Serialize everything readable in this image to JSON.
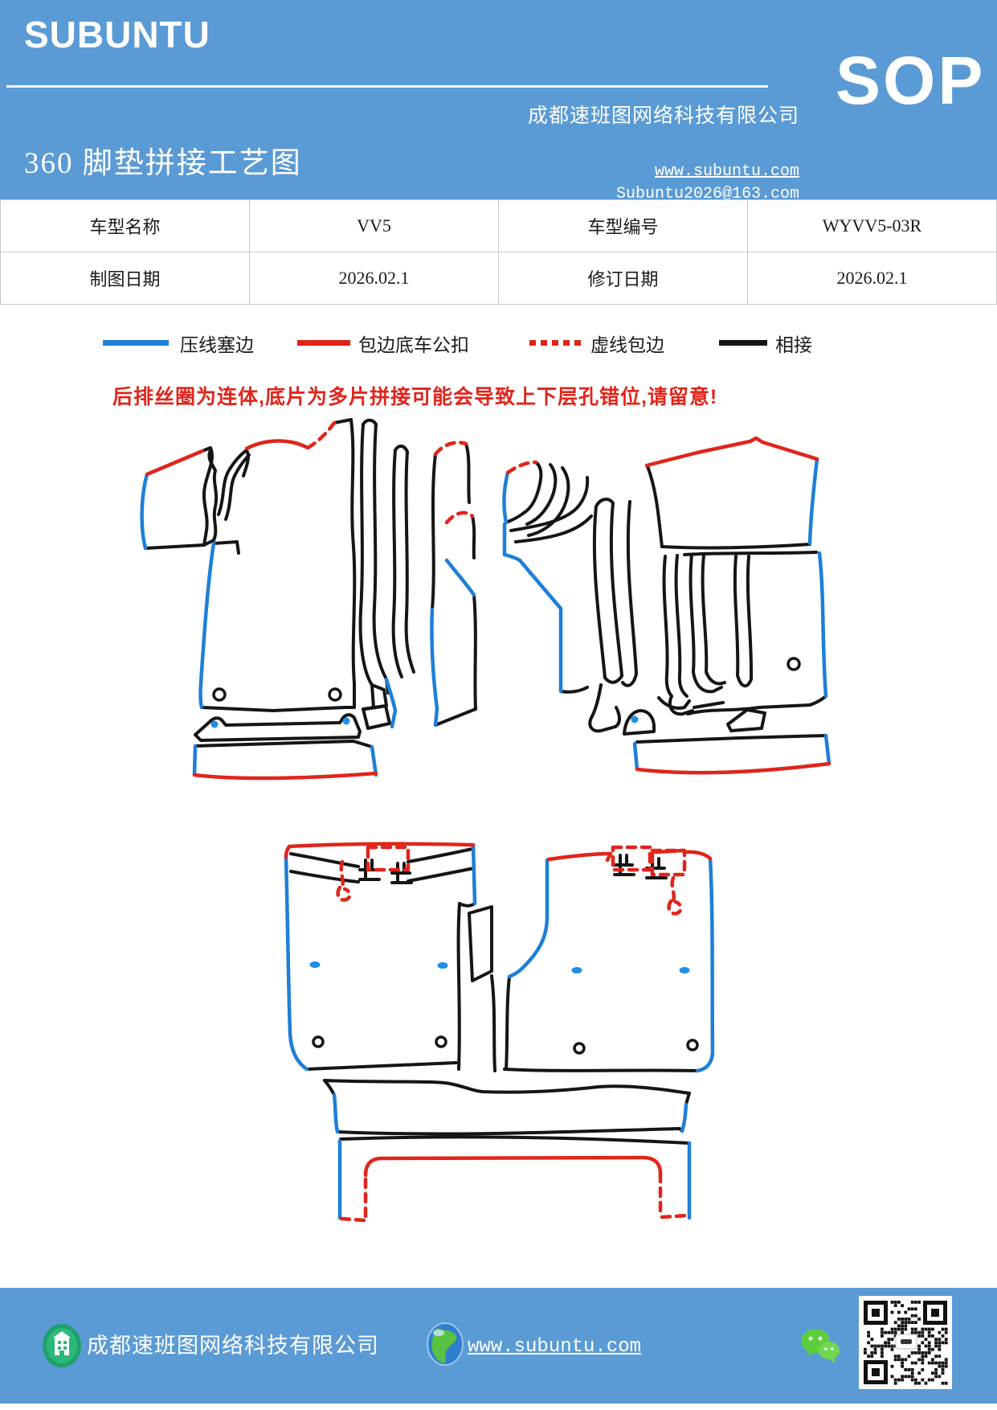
{
  "header": {
    "logo": "SUBUNTU",
    "title": "360 脚垫拼接工艺图",
    "company": "成都速班图网络科技有限公司",
    "website": "www.subuntu.com",
    "email": "Subuntu2026@163.com",
    "badge": "SOP",
    "accent_color": "#5b9bd5"
  },
  "info_table": {
    "rows": [
      {
        "cells": [
          "车型名称",
          "VV5",
          "车型编号",
          "WYVV5-03R"
        ]
      },
      {
        "cells": [
          "制图日期",
          "2026.02.1",
          "修订日期",
          "2026.02.1"
        ]
      }
    ]
  },
  "legend": {
    "items": [
      {
        "label": "压线塞边",
        "color": "#1e7fd8",
        "style": "solid"
      },
      {
        "label": "包边底车公扣",
        "color": "#e02417",
        "style": "solid"
      },
      {
        "label": "虚线包边",
        "color": "#e02417",
        "style": "dashed"
      },
      {
        "label": "相接",
        "color": "#151515",
        "style": "solid"
      }
    ]
  },
  "warning": "后排丝圈为连体,底片为多片拼接可能会导致上下层孔错位,请留意!",
  "drawing": {
    "line_colors": {
      "edge_press": "#1e7fd8",
      "edge_bind": "#e0251b",
      "dashed_bind": "#e0251b",
      "joint": "#151515"
    },
    "pieces": [
      "front-left-mat",
      "front-right-mat",
      "rear-one-piece-mat"
    ]
  },
  "footer": {
    "company": "成都速班图网络科技有限公司",
    "website": "www.subuntu.com"
  }
}
